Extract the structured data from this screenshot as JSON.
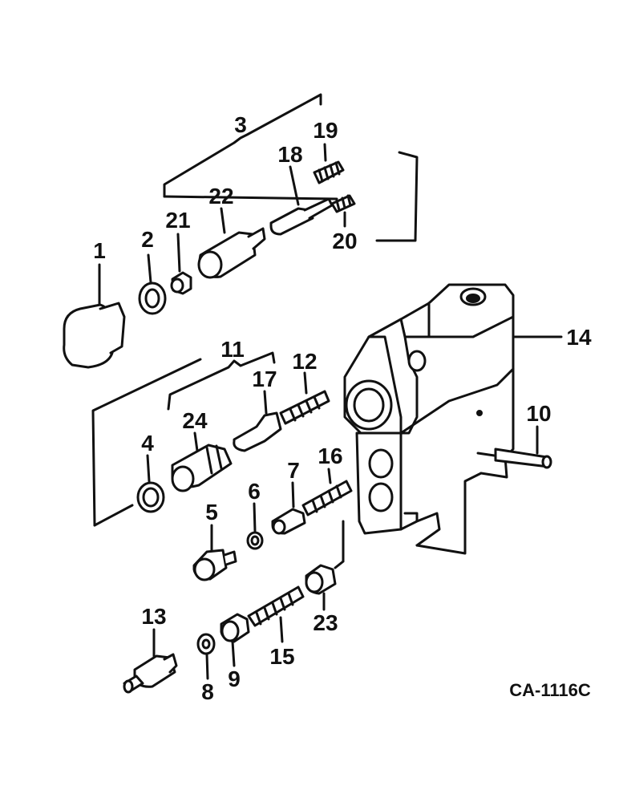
{
  "diagram": {
    "drawing_code": "CA-1116C",
    "callouts": {
      "c1": "1",
      "c2": "2",
      "c3": "3",
      "c4": "4",
      "c5": "5",
      "c6": "6",
      "c7": "7",
      "c8": "8",
      "c9": "9",
      "c10": "10",
      "c11": "11",
      "c12": "12",
      "c13": "13",
      "c14": "14",
      "c15": "15",
      "c16": "16",
      "c17": "17",
      "c18": "18",
      "c19": "19",
      "c20": "20",
      "c21": "21",
      "c22": "22",
      "c23": "23",
      "c24": "24"
    }
  }
}
